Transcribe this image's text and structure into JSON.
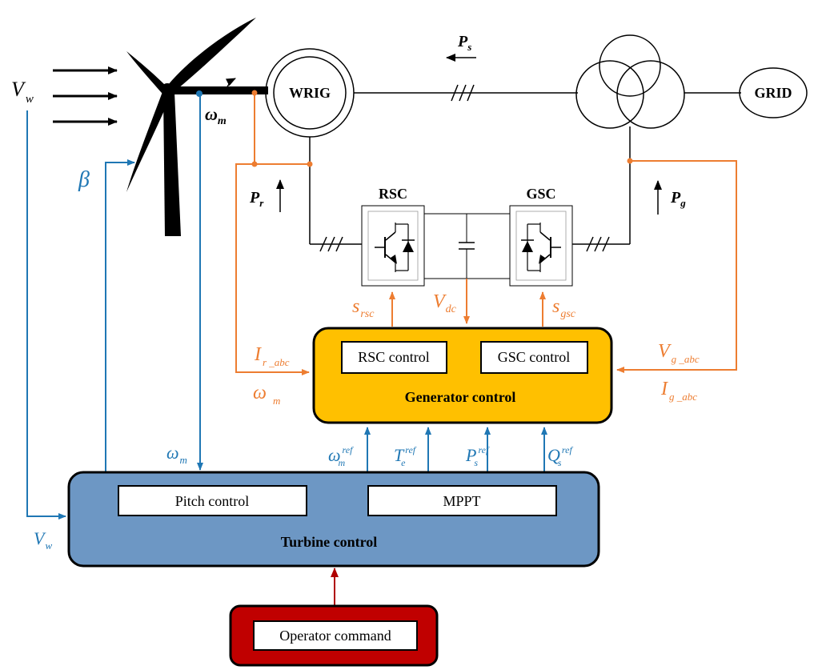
{
  "colors": {
    "blue": "#1f77b4",
    "orange": "#ed7d31",
    "red": "#b00000",
    "black": "#000000",
    "gen_fill": "#ffc000",
    "turbine_fill": "#6d97c4",
    "operator_fill": "#c00000"
  },
  "inputs": {
    "vw_main": "V",
    "vw_main_sub": "w",
    "beta": "β",
    "vw_lower": "V",
    "vw_lower_sub": "w"
  },
  "machine": {
    "wrig": "WRIG",
    "grid": "GRID",
    "omega_m": "ω",
    "omega_m_sub": "m",
    "ps": "P",
    "ps_sub": "s",
    "pr": "P",
    "pr_sub": "r",
    "pg": "P",
    "pg_sub": "g"
  },
  "converters": {
    "rsc": "RSC",
    "gsc": "GSC"
  },
  "signals": {
    "s_rsc": "s",
    "s_rsc_sub": "rsc",
    "v_dc": "V",
    "v_dc_sub": "dc",
    "s_gsc": "s",
    "s_gsc_sub": "gsc",
    "ir_abc": "I",
    "ir_abc_sub": "r _abc",
    "omega_m_gen": "ω",
    "omega_m_gen_sub": "m",
    "vg_abc": "V",
    "vg_abc_sub": "g _abc",
    "ig_abc": "I",
    "ig_abc_sub": "g _abc",
    "omega_m_turb": "ω",
    "omega_m_turb_sub": "m",
    "omega_ref": "ω",
    "omega_ref_sub": "m",
    "te_ref": "T",
    "te_ref_sub": "e",
    "ps_ref": "P",
    "ps_ref_sub": "s",
    "qs_ref": "Q",
    "qs_ref_sub": "s",
    "ref_sup": "ref"
  },
  "generator_control": {
    "title": "Generator control",
    "rsc_control": "RSC control",
    "gsc_control": "GSC control"
  },
  "turbine_control": {
    "title": "Turbine control",
    "pitch_control": "Pitch control",
    "mppt": "MPPT"
  },
  "operator": {
    "label": "Operator command"
  }
}
